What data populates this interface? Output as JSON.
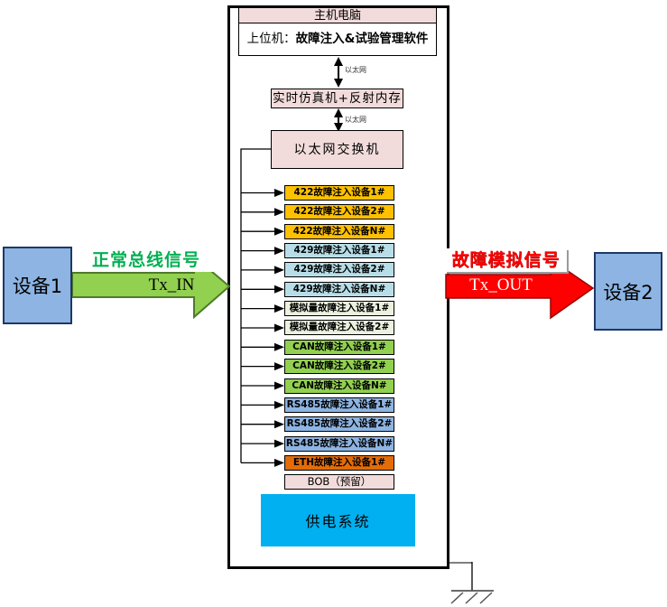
{
  "diagram": {
    "host_header": "主机电脑",
    "upper_prefix": "上位机：",
    "upper_software": "故障注入&试验管理软件",
    "eth_link_label_top": "以太网",
    "eth_link_label_bottom": "以太网",
    "rt_sim": "实时仿真机+反射内存",
    "eth_switch": "以太网交换机",
    "devices": [
      {
        "label": "422故障注入设备1#",
        "bg": "#FFC000"
      },
      {
        "label": "422故障注入设备2#",
        "bg": "#FFC000"
      },
      {
        "label": "422故障注入设备N#",
        "bg": "#FFC000"
      },
      {
        "label": "429故障注入设备1#",
        "bg": "#B7DEE8"
      },
      {
        "label": "429故障注入设备2#",
        "bg": "#B7DEE8"
      },
      {
        "label": "429故障注入设备N#",
        "bg": "#B7DEE8"
      },
      {
        "label": "模拟量故障注入设备1#",
        "bg": "#EBF1DE"
      },
      {
        "label": "模拟量故障注入设备2#",
        "bg": "#EBF1DE"
      },
      {
        "label": "CAN故障注入设备1#",
        "bg": "#92D050"
      },
      {
        "label": "CAN故障注入设备2#",
        "bg": "#92D050"
      },
      {
        "label": "CAN故障注入设备N#",
        "bg": "#92D050"
      },
      {
        "label": "RS485故障注入设备1#",
        "bg": "#8DB4E2"
      },
      {
        "label": "RS485故障注入设备2#",
        "bg": "#8DB4E2"
      },
      {
        "label": "RS485故障注入设备N#",
        "bg": "#8DB4E2"
      },
      {
        "label": "ETH故障注入设备1#",
        "bg": "#E36C09"
      },
      {
        "label": "BOB（预留）",
        "bg": "#F2DCDB",
        "no_arrow": true
      }
    ],
    "power": "供电系统",
    "device1": "设备1",
    "device2": "设备2",
    "in_signal": {
      "title": "正常总线信号",
      "sub": "Tx_IN"
    },
    "out_signal": {
      "title": "故障模拟信号",
      "sub": "Tx_OUT"
    },
    "colors": {
      "pink_box": "#F2DCDB",
      "amber_422": "#FFC000",
      "blue_429": "#B7DEE8",
      "cream_analog": "#EBF1DE",
      "green_can": "#92D050",
      "blue_rs485": "#8DB4E2",
      "orange_eth": "#E36C09",
      "cyan_power": "#00B0F0",
      "endpoint_box": "#8DB4E2",
      "arrow_in_fill": "#92D050",
      "arrow_out_fill": "#FF0000",
      "in_title_text": "#00B050",
      "out_title_text": "#FF0000"
    }
  }
}
